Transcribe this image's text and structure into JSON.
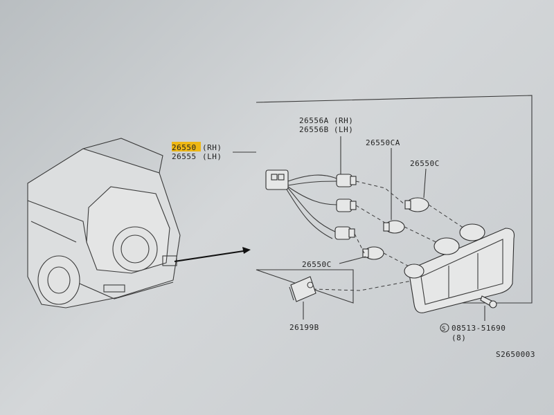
{
  "labels": {
    "part_main": "26550",
    "part_main_side": "(RH)",
    "part_alt": "26555",
    "part_alt_side": "(LH)",
    "socket_a": "26556A (RH)",
    "socket_b": "26556B (LH)",
    "bulb_ca": "26550CA",
    "bulb_c_top": "26550C",
    "bulb_c_bottom": "26550C",
    "clip": "26199B",
    "screw_prefix": "S",
    "screw": "08513-51690",
    "screw_qty": "(8)",
    "diagram_id": "S2650003"
  },
  "colors": {
    "highlight": "#f2b400",
    "line": "#3a3a3a"
  }
}
